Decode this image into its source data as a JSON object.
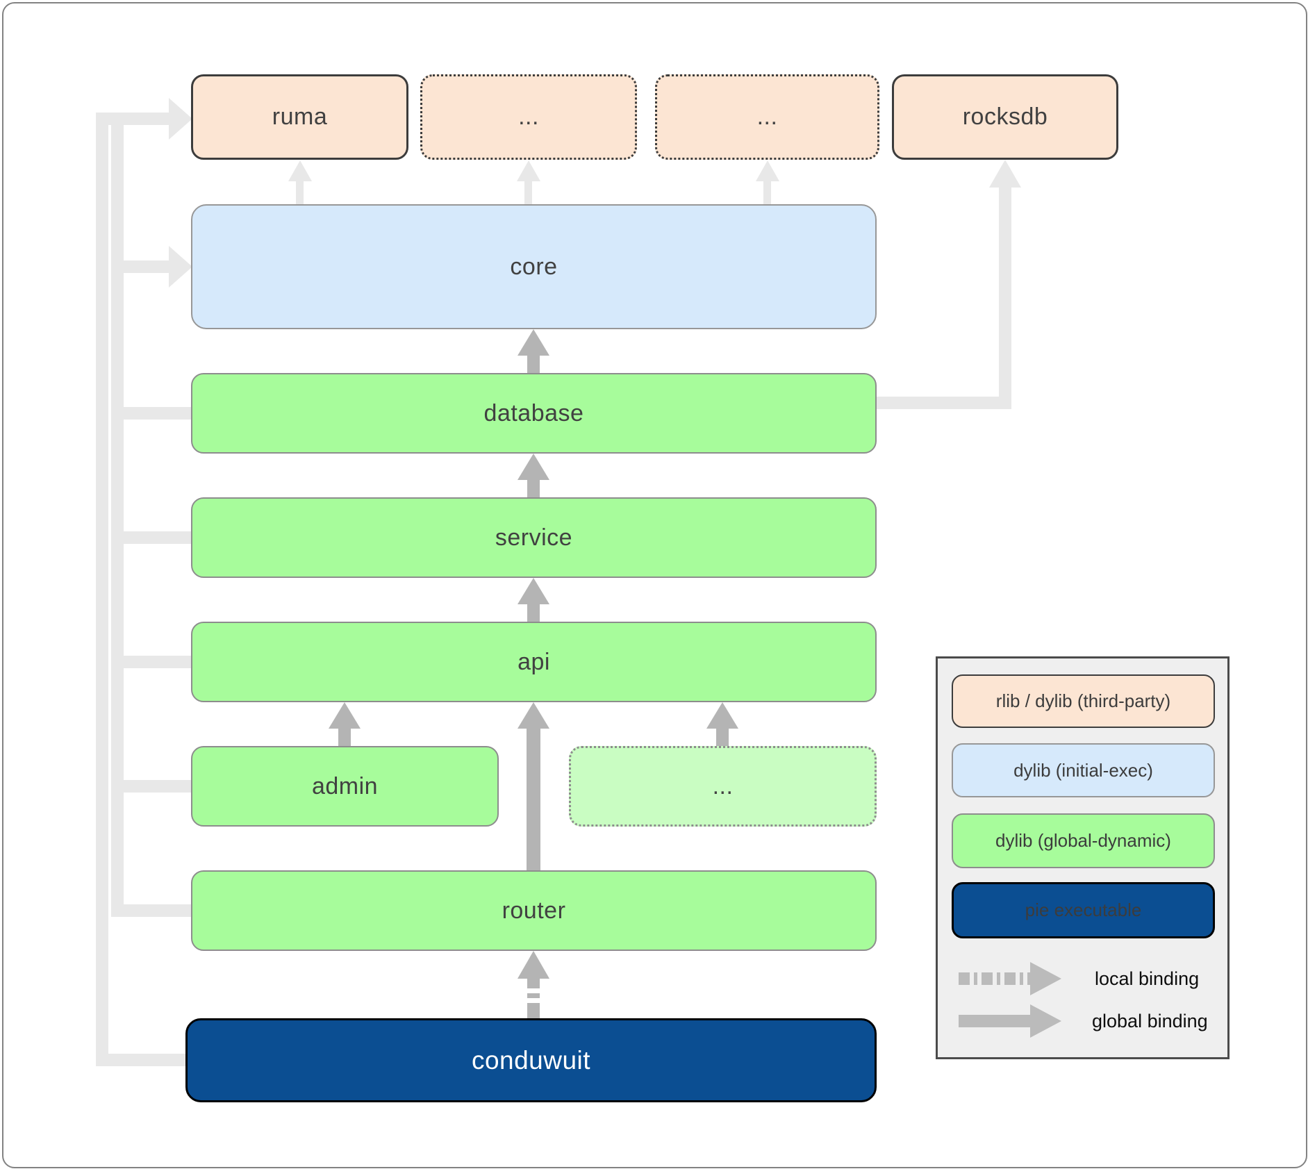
{
  "nodes": {
    "ruma": "ruma",
    "top_ellipsis_1": "...",
    "top_ellipsis_2": "...",
    "rocksdb": "rocksdb",
    "core": "core",
    "database": "database",
    "service": "service",
    "api": "api",
    "admin": "admin",
    "api_ellipsis": "...",
    "router": "router",
    "conduwuit": "conduwuit"
  },
  "legend": {
    "items": [
      {
        "label": "rlib / dylib (third-party)",
        "color": "#fce5d3"
      },
      {
        "label": "dylib (initial-exec)",
        "color": "#d6e9fb"
      },
      {
        "label": "dylib (global-dynamic)",
        "color": "#a7fc9b"
      },
      {
        "label": "pie executable",
        "color": "#0b4e92"
      }
    ],
    "bindings": [
      {
        "label": "local binding",
        "style": "dashed"
      },
      {
        "label": "global binding",
        "style": "solid"
      }
    ]
  },
  "colors": {
    "third_party_fill": "#fce5d3",
    "initial_exec_fill": "#d6e9fb",
    "global_dynamic_fill": "#a7fc9b",
    "pie_executable_fill": "#0b4e92",
    "global_binding_arrow": "#b4b4b4",
    "light_dependency_line": "#e8e8e8",
    "legend_background": "#efefef"
  }
}
